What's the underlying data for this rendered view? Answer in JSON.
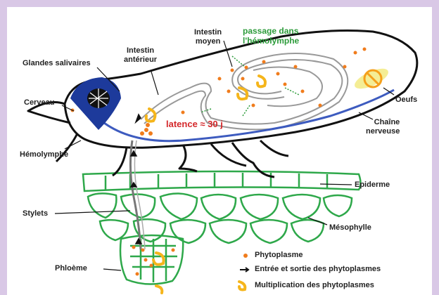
{
  "labels": {
    "glandes": "Glandes salivaires",
    "intestin_anterieur": "Intestin\nantérieur",
    "intestin_moyen": "Intestin\nmoyen",
    "passage": "passage dans\nl'hémolymphe",
    "cerveau": "Cerveau",
    "hemolymphe": "Hémolymphe",
    "latence": "latence ≈ 30 j",
    "oeufs": "Oeufs",
    "chaine": "Chaîne\nnerveuse",
    "epiderme": "Epiderme",
    "stylets": "Stylets",
    "mesophylle": "Mésophylle",
    "phloeme": "Phloème"
  },
  "legend": {
    "phytoplasme": "Phytoplasme",
    "entree": "Entrée et sortie des phytoplasmes",
    "multiplication": "Multiplication des phytoplasmes"
  },
  "colors": {
    "background": "#d9c8e6",
    "phytoplasma": "#f07c1c",
    "multiplication": "#f5b51b",
    "nerve": "#3d5bbf",
    "brain": "#1d3a9b",
    "leaf": "#2ea84a",
    "label_green": "#2c9b3a",
    "label_red": "#d4282b"
  }
}
